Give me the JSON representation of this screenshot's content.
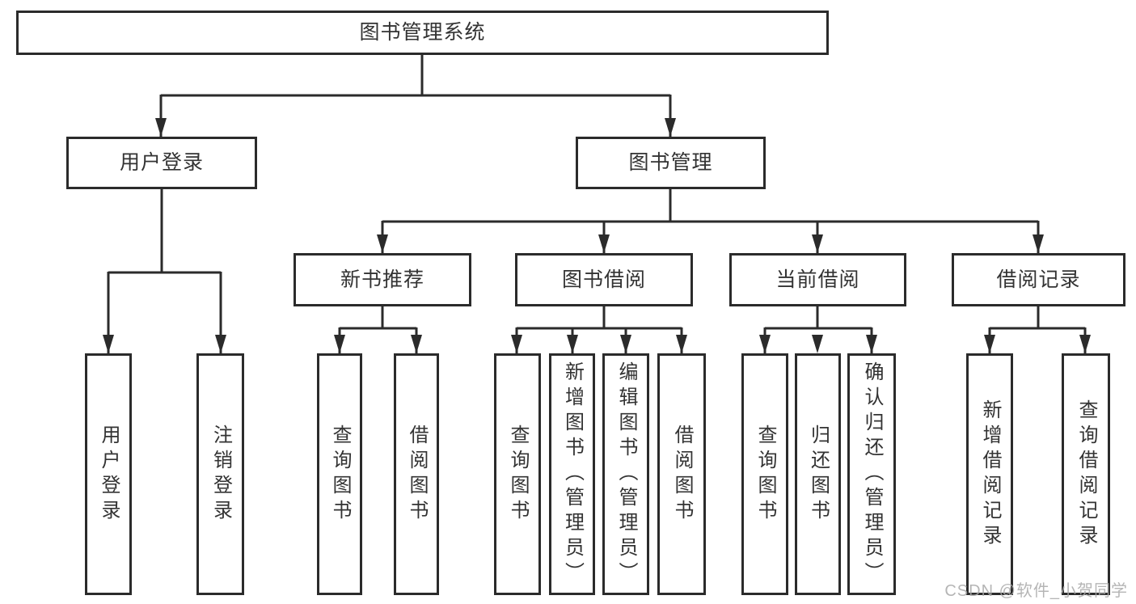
{
  "tree": {
    "root": "图书管理系统",
    "children": [
      {
        "label": "用户登录",
        "children": [
          "用户登录",
          "注销登录"
        ]
      },
      {
        "label": "图书管理",
        "children": [
          {
            "label": "新书推荐",
            "children": [
              "查询图书",
              "借阅图书"
            ]
          },
          {
            "label": "图书借阅",
            "children": [
              "查询图书",
              "新增图书（管理员）",
              "编辑图书（管理员）",
              "借阅图书"
            ]
          },
          {
            "label": "当前借阅",
            "children": [
              "查询图书",
              "归还图书",
              "确认归还（管理员）"
            ]
          },
          {
            "label": "借阅记录",
            "children": [
              "新增借阅记录",
              "查询借阅记录"
            ]
          }
        ]
      }
    ]
  },
  "watermark": {
    "text": "CSDN @软件_小贺同学"
  },
  "colors": {
    "line": "#2b2b2b",
    "text": "#333333",
    "watermark": "#a9a9a9",
    "background": "#ffffff"
  }
}
